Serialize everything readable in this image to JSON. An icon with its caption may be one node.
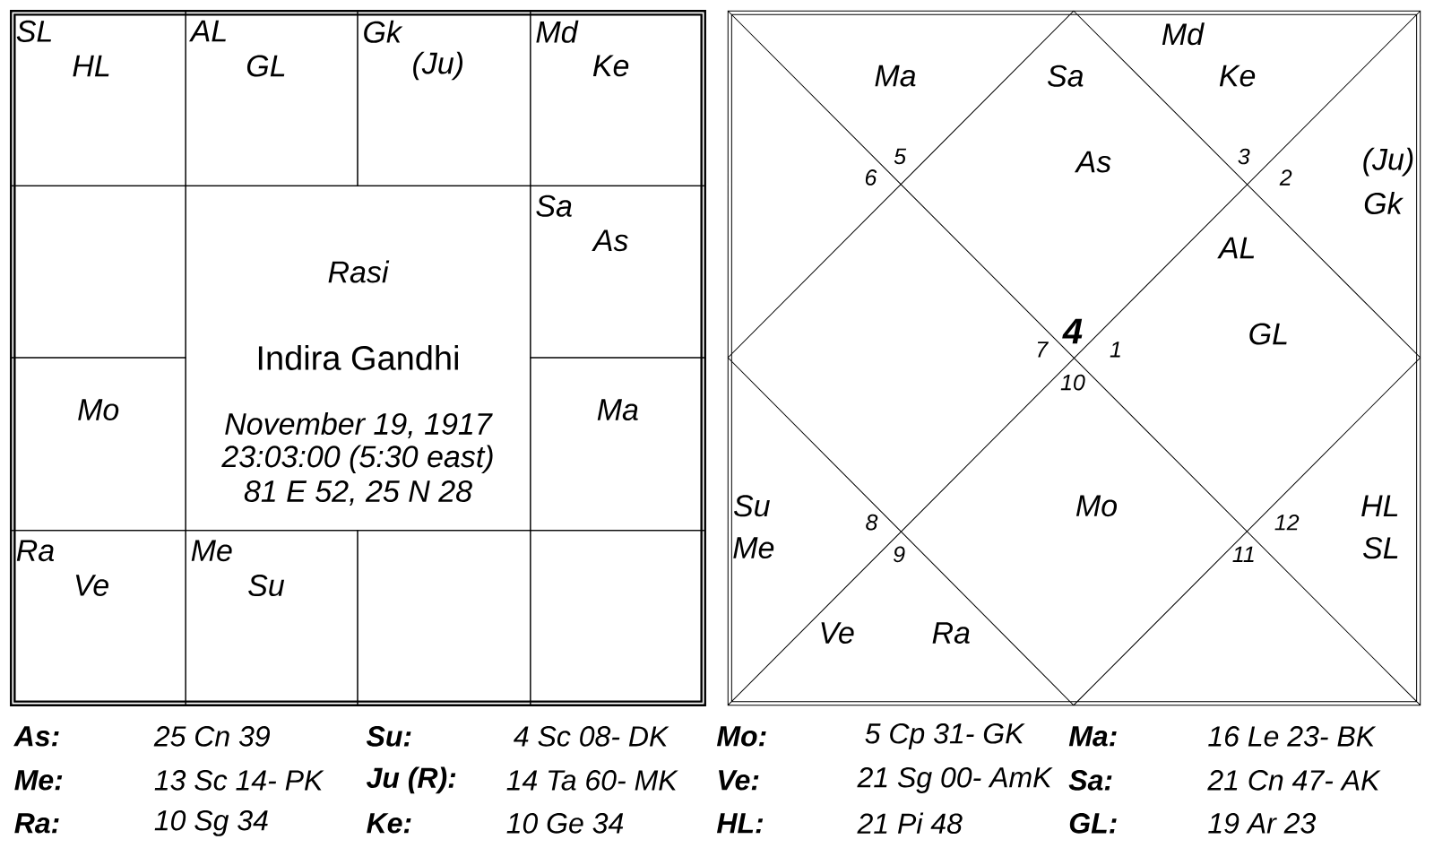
{
  "diagram": {
    "nodes": [
      {
        "text": [
          "SL",
          "HL"
        ]
      },
      {
        "text": [
          "AL",
          "GL"
        ]
      },
      {
        "text": [
          "Gk",
          "(Ju)"
        ]
      },
      {
        "text": [
          "Md",
          "Ke"
        ]
      },
      {
        "text": [],
        "shape": "box"
      },
      {
        "text": [
          "Rasi",
          "Indira Gandhi",
          "November 19, 1917",
          "23:03:00 (5:30 east)",
          "81 E 52, 25 N 28"
        ]
      },
      {
        "text": [
          "Sa",
          "As"
        ]
      },
      {
        "text": [
          "Mo"
        ]
      },
      {
        "text": [
          "Ma"
        ]
      },
      {
        "text": [
          "Ra",
          "Ve"
        ]
      },
      {
        "text": [
          "Me",
          "Su"
        ]
      },
      {
        "text": [],
        "shape": "box"
      },
      {
        "text": [],
        "shape": "box"
      }
    ],
    "labels": [
      "Md",
      "Ma",
      "Sa",
      "Ke",
      "6",
      "5",
      "As",
      "3",
      "2",
      "(Ju)",
      "Gk",
      "AL",
      "7",
      "4",
      "1",
      "GL",
      "10",
      "Su",
      "8",
      "Mo",
      "12",
      "HL",
      "Me",
      "9",
      "11",
      "SL",
      "Ve",
      "Ra",
      "As:",
      "25 Cn 39",
      "Su:",
      "4 Sc 08- DK",
      "Mo:",
      "5 Cp 31- GK",
      "Ma:",
      "16 Le 23- BK",
      "Me:",
      "13 Sc 14- PK",
      "Ju (R):",
      "14 Ta 60- MK",
      "Ve:",
      "21 Sg 00- AmK",
      "Sa:",
      "21 Cn 47- AK",
      "Ra:",
      "10 Sg 34",
      "Ke:",
      "10 Ge 34",
      "HL:",
      "21 Pi 48",
      "GL:",
      "19 Ar 23"
    ]
  }
}
